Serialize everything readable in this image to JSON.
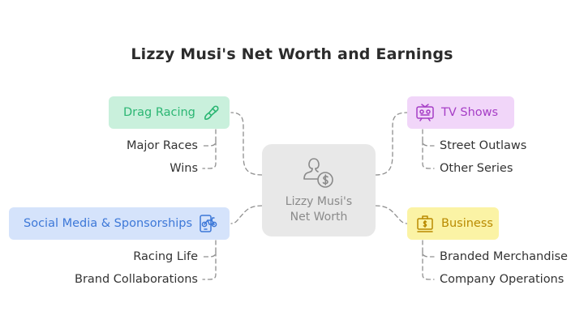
{
  "title": "Lizzy Musi's Net Worth and Earnings",
  "center": {
    "label": "Lizzy Musi's\nNet Worth",
    "icon": "person-dollar-icon"
  },
  "categories": {
    "drag_racing": {
      "label": "Drag Racing",
      "icon": "drag-racing-icon",
      "color": "#2bb673",
      "bg": "#c9f0dc",
      "items": [
        "Major Races",
        "Wins"
      ]
    },
    "social_media": {
      "label": "Social Media & Sponsorships",
      "icon": "phone-bike-icon",
      "color": "#3d78d8",
      "bg": "#d5e3fb",
      "items": [
        "Racing Life",
        "Brand Collaborations"
      ]
    },
    "tv_shows": {
      "label": "TV Shows",
      "icon": "tv-icon",
      "color": "#a63ec6",
      "bg": "#f1d6f9",
      "items": [
        "Street Outlaws",
        "Other Series"
      ]
    },
    "business": {
      "label": "Business",
      "icon": "store-icon",
      "color": "#b98a00",
      "bg": "#fbf3a5",
      "items": [
        "Branded Merchandise",
        "Company Operations"
      ]
    }
  },
  "connector_color": "#8f8f8f"
}
